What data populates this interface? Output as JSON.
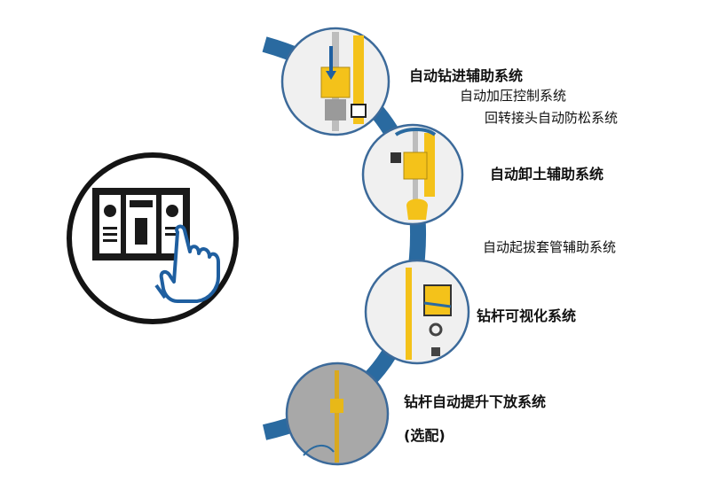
{
  "colors": {
    "arc": "#2a6aa0",
    "circle_border": "#3c6a9a",
    "yellow": "#f4c21a",
    "panel": "#f2f2f2",
    "hand": "#1f5fa0",
    "icon": "#1a1a1a"
  },
  "icons": {
    "control_panel": "control-panel-touch-icon",
    "hand": "pointing-hand-icon"
  },
  "items": [
    {
      "label": "自动钻进辅助系统",
      "sublabels": [
        "自动加压控制系统",
        "回转接头自动防松系统"
      ]
    },
    {
      "label": "自动卸土辅助系统"
    },
    {
      "label": "自动起拔套管辅助系统"
    },
    {
      "label": "钻杆可视化系统"
    },
    {
      "label": "钻杆自动提升下放系统",
      "note": "(选配)"
    }
  ]
}
